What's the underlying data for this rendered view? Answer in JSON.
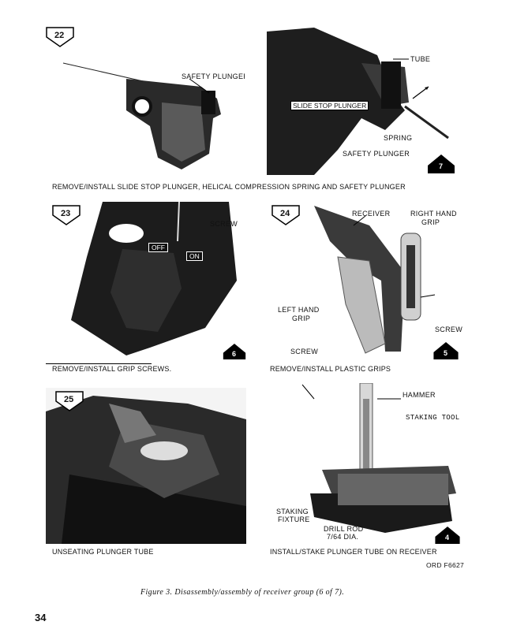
{
  "panels": {
    "p22": {
      "step": "22",
      "labels": {
        "safety_plunger": "SAFETY PLUNGER"
      }
    },
    "p_top_right": {
      "labels": {
        "tube": "TUBE",
        "slide_stop_plunger": "SLIDE STOP PLUNGER",
        "spring": "SPRING",
        "safety_plunger": "SAFETY PLUNGER"
      },
      "badge": "7"
    },
    "row1_caption": "REMOVE/INSTALL SLIDE STOP PLUNGER, HELICAL COMPRESSION SPRING AND SAFETY PLUNGER",
    "p23": {
      "step": "23",
      "labels": {
        "screw": "SCREW",
        "off": "OFF",
        "on": "ON"
      },
      "badge": "6",
      "caption": "REMOVE/INSTALL GRIP SCREWS."
    },
    "p24": {
      "step": "24",
      "labels": {
        "receiver": "RECEIVER",
        "right_hand_grip_1": "RIGHT HAND",
        "right_hand_grip_2": "GRIP",
        "left_hand_grip_1": "LEFT HAND",
        "left_hand_grip_2": "GRIP",
        "screw_right": "SCREW",
        "screw_bottom": "SCREW"
      },
      "badge": "5",
      "caption": "REMOVE/INSTALL PLASTIC GRIPS"
    },
    "p25": {
      "step": "25",
      "caption": "UNSEATING PLUNGER TUBE"
    },
    "p_bottom_right": {
      "labels": {
        "hammer": "HAMMER",
        "staking_tool": "STAKING TOOL",
        "staking_1": "STAKING",
        "staking_2": "FIXTURE",
        "drill_rod_1": "DRILL ROD",
        "drill_rod_2": "7/64 DIA."
      },
      "badge": "4",
      "caption": "INSTALL/STAKE PLUNGER TUBE ON RECEIVER"
    }
  },
  "ord_number": "ORD F6627",
  "figure_caption": "Figure 3. Disassembly/assembly of receiver group (6 of 7).",
  "page_number": "34"
}
